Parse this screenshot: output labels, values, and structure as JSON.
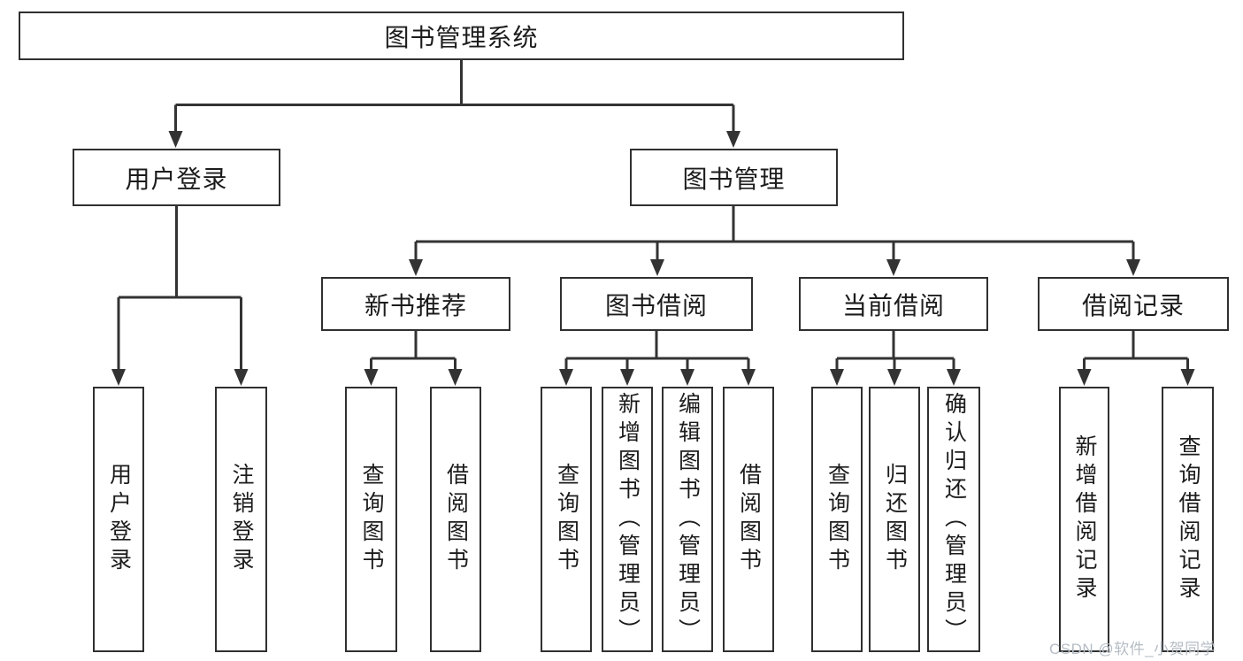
{
  "diagram": {
    "nodes": {
      "root": "图书管理系统",
      "user_login": "用户登录",
      "book_mgmt": "图书管理",
      "login_user": "用户登录",
      "login_logout": "注销登录",
      "new_book_rec": "新书推荐",
      "book_borrow": "图书借阅",
      "current_borrow": "当前借阅",
      "borrow_records": "借阅记录",
      "nb_query_book": "查询图书",
      "nb_borrow_book": "借阅图书",
      "bb_query_book": "查询图书",
      "bb_add_book": "新增图书（管理员）",
      "bb_edit_book": "编辑图书（管理员）",
      "bb_borrow_book": "借阅图书",
      "cb_query_book": "查询图书",
      "cb_return_book": "归还图书",
      "cb_confirm_return": "确认归还（管理员）",
      "br_add_record": "新增借阅记录",
      "br_query_record": "查询借阅记录"
    },
    "colors": {
      "line": "#333333",
      "box_border": "#303030",
      "text": "#1c1c1c",
      "background": "#ffffff",
      "watermark": "#b6bdc5"
    },
    "watermark": "CSDN @软件_小贺同学"
  }
}
